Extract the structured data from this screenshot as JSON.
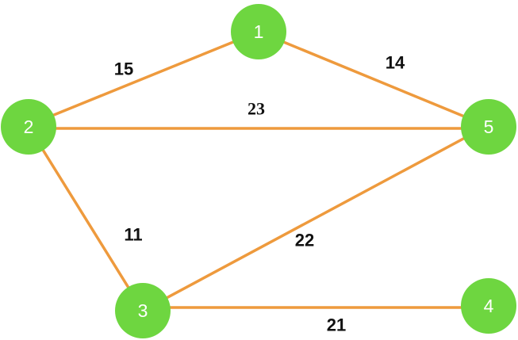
{
  "colors": {
    "node_fill": "#6ed640",
    "node_text": "#ffffff",
    "edge": "#ee9a3d",
    "weight_text": "#111111"
  },
  "nodes": [
    {
      "id": "1",
      "label": "1"
    },
    {
      "id": "2",
      "label": "2"
    },
    {
      "id": "3",
      "label": "3"
    },
    {
      "id": "4",
      "label": "4"
    },
    {
      "id": "5",
      "label": "5"
    }
  ],
  "edges": [
    {
      "from": "2",
      "to": "1",
      "weight": "15"
    },
    {
      "from": "1",
      "to": "5",
      "weight": "14"
    },
    {
      "from": "2",
      "to": "5",
      "weight": "23"
    },
    {
      "from": "2",
      "to": "3",
      "weight": "11"
    },
    {
      "from": "3",
      "to": "5",
      "weight": "22"
    },
    {
      "from": "3",
      "to": "4",
      "weight": "21"
    }
  ]
}
